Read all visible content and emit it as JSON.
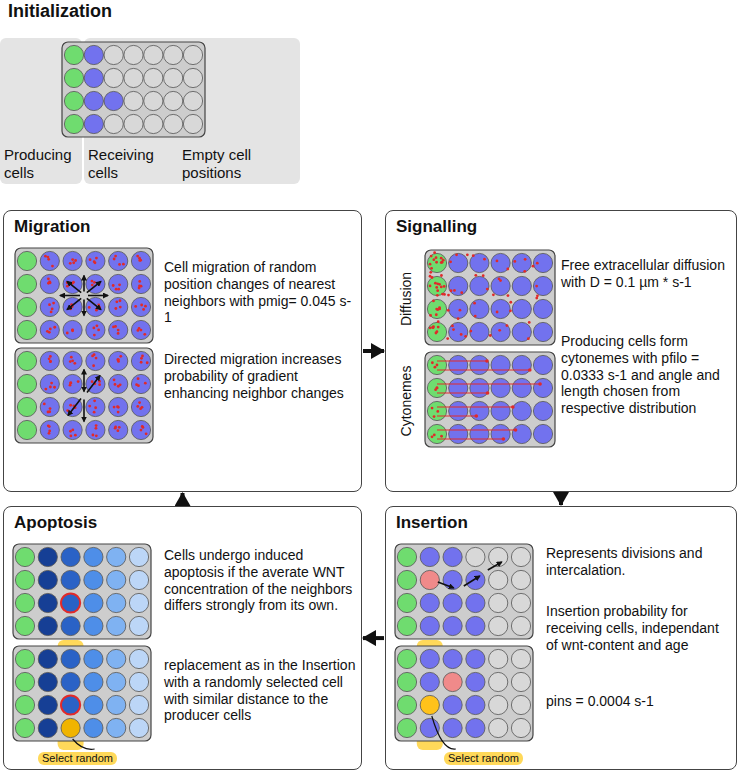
{
  "diagram": {
    "nodes": [
      {
        "text": [
          "Initialization"
        ]
      },
      {
        "text": [
          "Migration",
          "Cell migration of random position changes of nearest neighbors with pmig= 0.045 s-1",
          "Directed migration increases probability of gradient enhancing neighbor changes"
        ]
      },
      {
        "text": [
          "Signalling",
          "Diffusion",
          "Free extracellular diffusion with D = 0.1 µm * s-1",
          "Cytonemes",
          "Producing cells form cytonemes with pfilo = 0.0333 s-1 and angle and length chosen from respective distribution"
        ]
      },
      {
        "text": [
          "Apoptosis",
          "Cells undergo induced apoptosis if the averate WNT concentration of the neighbors differs strongly from its own.",
          "replacement as in the Insertion with a randomly selected cell with similar distance to the producer cells"
        ]
      },
      {
        "text": [
          "Insertion",
          "Represents divisions and intercalation.",
          "Insertion probability for receiving cells, independant of wnt-content and age",
          "pins = 0.0004 s-1"
        ]
      }
    ],
    "edges": [
      {
        "from": 1,
        "to": 2,
        "arrow": "to"
      },
      {
        "from": 2,
        "to": 4,
        "arrow": "to"
      },
      {
        "from": 4,
        "to": 3,
        "arrow": "to"
      },
      {
        "from": 3,
        "to": 1,
        "arrow": "to"
      }
    ],
    "labels": [
      "Producing cells",
      "Receiving cells",
      "Empty cell positions",
      "Select random",
      "Select random"
    ]
  }
}
